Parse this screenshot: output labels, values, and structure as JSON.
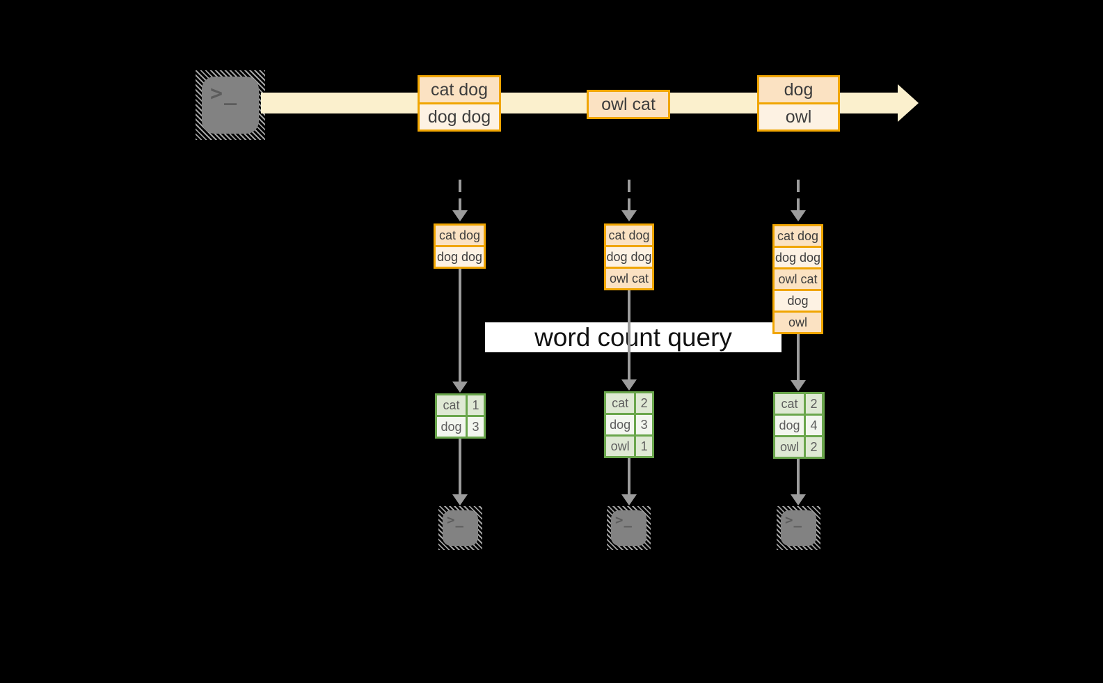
{
  "title": "word count query",
  "terminal_glyph": ">_",
  "icons": {
    "source": "terminal-icon",
    "stream_arrow": "right-arrow-icon",
    "flow_arrows": "down-arrow-icon"
  },
  "colors": {
    "amber_border": "#f0a500",
    "peach_fill": "#fbe2c2",
    "cream_fill": "#fdf2e3",
    "stream_band": "#fbf0cd",
    "green_border": "#6aa64c",
    "green_fill_dark": "#dfe9d4",
    "green_fill_light": "#f3f6ef",
    "arrow_gray": "#9c9c9c",
    "terminal_gray": "#828282",
    "label_bg": "#ffffff",
    "label_text": "#111111"
  },
  "stream": {
    "records": [
      [
        "cat dog",
        "dog dog"
      ],
      [
        "owl cat"
      ],
      [
        "dog",
        "owl"
      ]
    ]
  },
  "partitions": [
    {
      "buffer": [
        "cat dog",
        "dog dog"
      ],
      "counts": [
        [
          "cat",
          "1"
        ],
        [
          "dog",
          "3"
        ]
      ]
    },
    {
      "buffer": [
        "cat dog",
        "dog dog",
        "owl cat"
      ],
      "counts": [
        [
          "cat",
          "2"
        ],
        [
          "dog",
          "3"
        ],
        [
          "owl",
          "1"
        ]
      ]
    },
    {
      "buffer": [
        "cat dog",
        "dog dog",
        "owl cat",
        "dog",
        "owl"
      ],
      "counts": [
        [
          "cat",
          "2"
        ],
        [
          "dog",
          "4"
        ],
        [
          "owl",
          "2"
        ]
      ]
    }
  ]
}
